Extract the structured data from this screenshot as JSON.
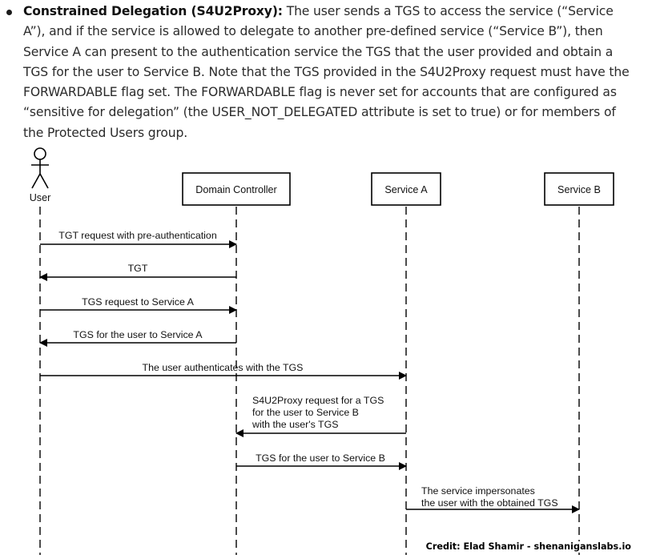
{
  "intro": {
    "term": "Constrained Delegation (S4U2Proxy):",
    "text": " The user sends a TGS to access the service (“Service A”), and if the service is allowed to delegate to another pre-defined service (“Service B”), then Service A can present to the authentication service the TGS that the user provided and obtain a TGS for the user to Service B. Note that the TGS provided in the S4U2Proxy request must have the FORWARDABLE flag set. The FORWARDABLE flag is never set for accounts that are configured as “sensitive for delegation” (the USER_NOT_DELEGATED attribute is set to true) or for members of the Protected Users group."
  },
  "participants": {
    "user": "User",
    "dc": "Domain Controller",
    "service_a": "Service A",
    "service_b": "Service B"
  },
  "messages": [
    {
      "from": "user",
      "to": "dc",
      "lines": [
        "TGT request with pre-authentication"
      ]
    },
    {
      "from": "dc",
      "to": "user",
      "lines": [
        "TGT"
      ]
    },
    {
      "from": "user",
      "to": "dc",
      "lines": [
        "TGS request to Service A"
      ]
    },
    {
      "from": "dc",
      "to": "user",
      "lines": [
        "TGS for the user to Service A"
      ]
    },
    {
      "from": "user",
      "to": "service_a",
      "lines": [
        "The user authenticates with the TGS"
      ]
    },
    {
      "from": "service_a",
      "to": "dc",
      "lines": [
        "S4U2Proxy request for a TGS",
        "for the user to Service B",
        "with the user's TGS"
      ]
    },
    {
      "from": "dc",
      "to": "service_a",
      "lines": [
        "TGS for the user to Service B"
      ]
    },
    {
      "from": "service_a",
      "to": "service_b",
      "lines": [
        "The service impersonates",
        "the user with the obtained TGS"
      ]
    }
  ],
  "credit": "Credit: Elad Shamir - shenaniganslabs.io"
}
